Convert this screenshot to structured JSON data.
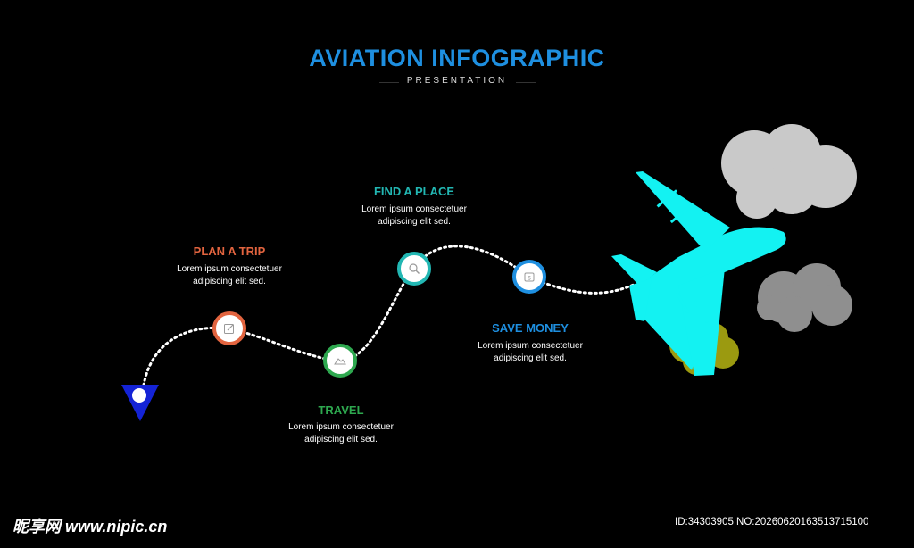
{
  "header": {
    "title": "AVIATION INFOGRAPHIC",
    "subtitle": "PRESENTATION"
  },
  "steps": [
    {
      "title": "PLAN A TRIP",
      "desc_line1": "Lorem ipsum consectetuer",
      "desc_line2": "adipiscing elit sed.",
      "color": "#e2643f",
      "icon": "edit-icon"
    },
    {
      "title": "TRAVEL",
      "desc_line1": "Lorem ipsum consectetuer",
      "desc_line2": "adipiscing elit sed.",
      "color": "#2ea84f",
      "icon": "mountain-icon"
    },
    {
      "title": "FIND A PLACE",
      "desc_line1": "Lorem ipsum consectetuer",
      "desc_line2": "adipiscing elit sed.",
      "color": "#22b7b3",
      "icon": "search-icon"
    },
    {
      "title": "SAVE MONEY",
      "desc_line1": "Lorem ipsum consectetuer",
      "desc_line2": "adipiscing elit sed.",
      "color": "#1e8fe0",
      "icon": "wallet-icon"
    }
  ],
  "colors": {
    "pin": "#1423d6",
    "plane": "#13f2f2",
    "cloud_light": "#c9c9c9",
    "cloud_dark": "#8f8f8f",
    "cloud_olive": "#9b9a10"
  },
  "watermark": {
    "left": "昵享网 www.nipic.cn",
    "right": "ID:34303905 NO:20260620163513715100"
  }
}
